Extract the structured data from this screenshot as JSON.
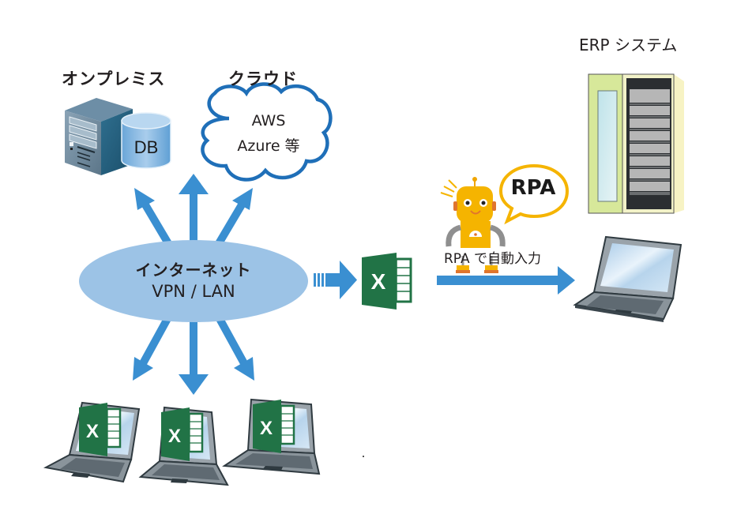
{
  "title": "RPA data flow diagram",
  "labels": {
    "on_premise": "オンプレミス",
    "cloud": "クラウド",
    "erp_system": "ERP システム"
  },
  "database": {
    "label": "DB"
  },
  "cloud_box": {
    "line1": "AWS",
    "line2": "Azure 等"
  },
  "network": {
    "line1": "インターネット",
    "line2": "VPN / LAN"
  },
  "rpa": {
    "bubble": "RPA",
    "caption": "RPA で自動入力"
  },
  "excel": {
    "glyph": "X"
  },
  "colors": {
    "arrow_blue": "#3a8fd1",
    "ellipse_blue": "#9cc3e6",
    "cloud_stroke": "#1f6fb8",
    "excel_green": "#217346",
    "robot_yellow": "#f5b400",
    "erp_green": "#d7e89a",
    "laptop_gray": "#8a949b"
  }
}
